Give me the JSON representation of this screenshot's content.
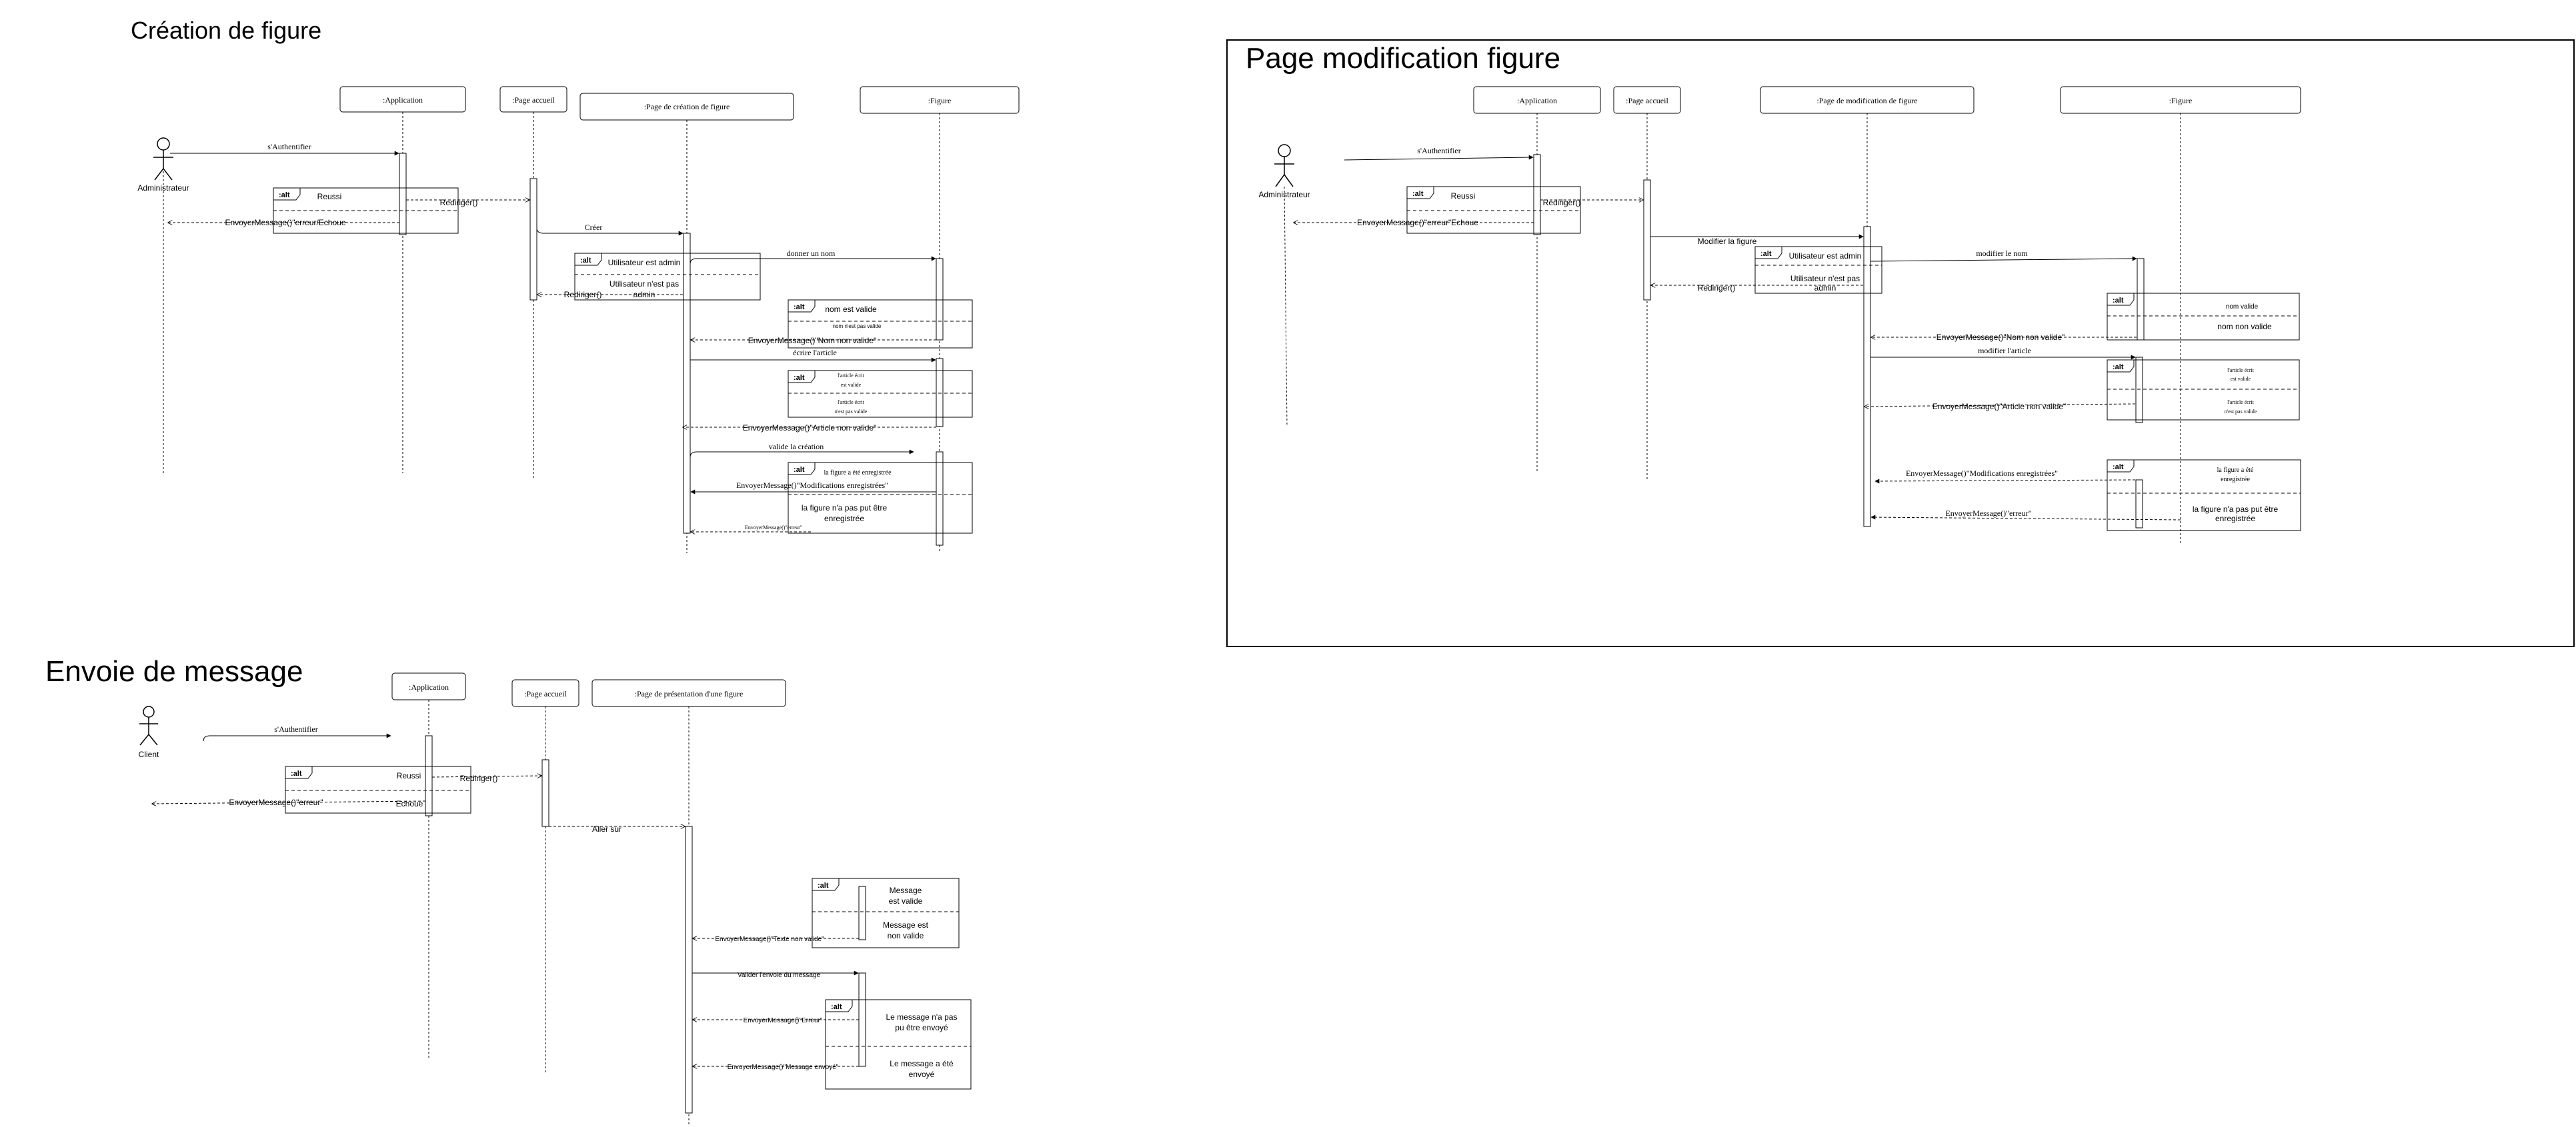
{
  "titles": {
    "creation": "Création de figure",
    "modification": "Page modification figure",
    "message": "Envoie de message"
  },
  "common": {
    "alt": ":alt",
    "application": ":Application",
    "page_accueil": ":Page accueil",
    "figure": ":Figure",
    "admin": "Administrateur",
    "client": "Client",
    "authentifier": "s'Authentifier",
    "reussi": "Reussi",
    "rediriger": "Rediriger()",
    "echoue": "Echoue"
  },
  "creation": {
    "page": ":Page de création de figure",
    "erreur_echoue": "EnvoyerMessage()\"erreur/Echoue",
    "creer": "Créer",
    "user_admin": "Utilisateur est admin",
    "user_not_admin": "Utilisateur n'est pas admin",
    "rediriger": "Rediriger()",
    "donner_nom": "donner un nom",
    "nom_valide": "nom est valide",
    "nom_non_valide": "nom n'est pas valide",
    "msg_nom": "EnvoyerMessage()\"Nom non valide\"",
    "ecrire_article": "écrire l'article",
    "article_valide": "l'article écrit est valide",
    "article_non_valide": "l'article écrit n'est pas valide",
    "msg_article": "EnvoyerMessage()\"Article non valide\"",
    "valide_creation": "valide la création",
    "figure_ok": "la figure a été enregistrée",
    "msg_modifs": "EnvoyerMessage()\"Modifications enregistrées\"",
    "figure_ko": "la figure n'a pas put être enregistrée",
    "msg_erreur": "EnvoyerMessage()\"erreur\""
  },
  "modification": {
    "page": ":Page de modification de figure",
    "erreur_echoue": "EnvoyerMessage()\"erreur\"Echoue",
    "modifier_figure": "Modifier la figure",
    "user_admin": "Utilisateur est admin",
    "user_not_admin": "Utilisateur n'est pas admin",
    "modifier_nom": "modifier le nom",
    "nom_valide": "nom valide",
    "nom_non_valide": "nom non valide",
    "msg_nom": "EnvoyerMessage()\"Nom non valide\"",
    "modifier_article": "modifier l'article",
    "article_valide": "l'article écrit est valide",
    "article_non_valide": "l'article écrit n'est pas valide",
    "msg_article": "EnvoyerMessage()\"Article non valide\"",
    "msg_modifs": "EnvoyerMessage()\"Modifications enregistrées\"",
    "figure_ok": "la figure a été enregistrée",
    "figure_ko": "la figure n'a pas put être enregistrée",
    "msg_erreur": "EnvoyerMessage()\"erreur\""
  },
  "message": {
    "page": ":Page de présentation d'une figure",
    "msg_erreur": "EnvoyerMessage()\"erreur\"",
    "aller_sur": "Aller sur",
    "message_valide": "Message est valide",
    "message_non_valide": "Message est non valide",
    "msg_texte": "EnvoyerMessage()\"Texte non valide\"",
    "valider_envoie": "Valider l'envoie du message",
    "msg_erreur2": "EnvoyerMessage()\"Erreur\"",
    "pas_envoye": "Le message n'a pas pu être envoyé",
    "envoye": "Le message a été envoyé",
    "msg_envoye": "EnvoyerMessage()\"Message envoyé\""
  }
}
